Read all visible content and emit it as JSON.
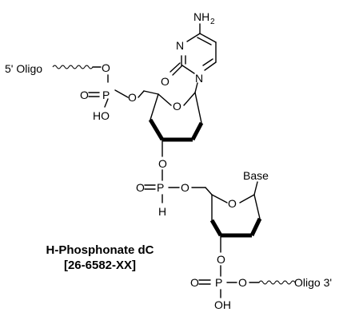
{
  "title": "H-Phosphonate dC",
  "catalog_number": "[26-6582-XX]",
  "labels": {
    "oligo_5": "5' Oligo",
    "oligo_3": "Oligo 3'",
    "base": "Base",
    "nh": "NH",
    "nh_sub": "2",
    "n": "N",
    "o": "O",
    "p": "P",
    "h": "H",
    "ho": "HO",
    "oh": "OH"
  },
  "colors": {
    "oligo": "#e02020",
    "hydrogen": "#1e7fd8",
    "bond": "#000000"
  }
}
